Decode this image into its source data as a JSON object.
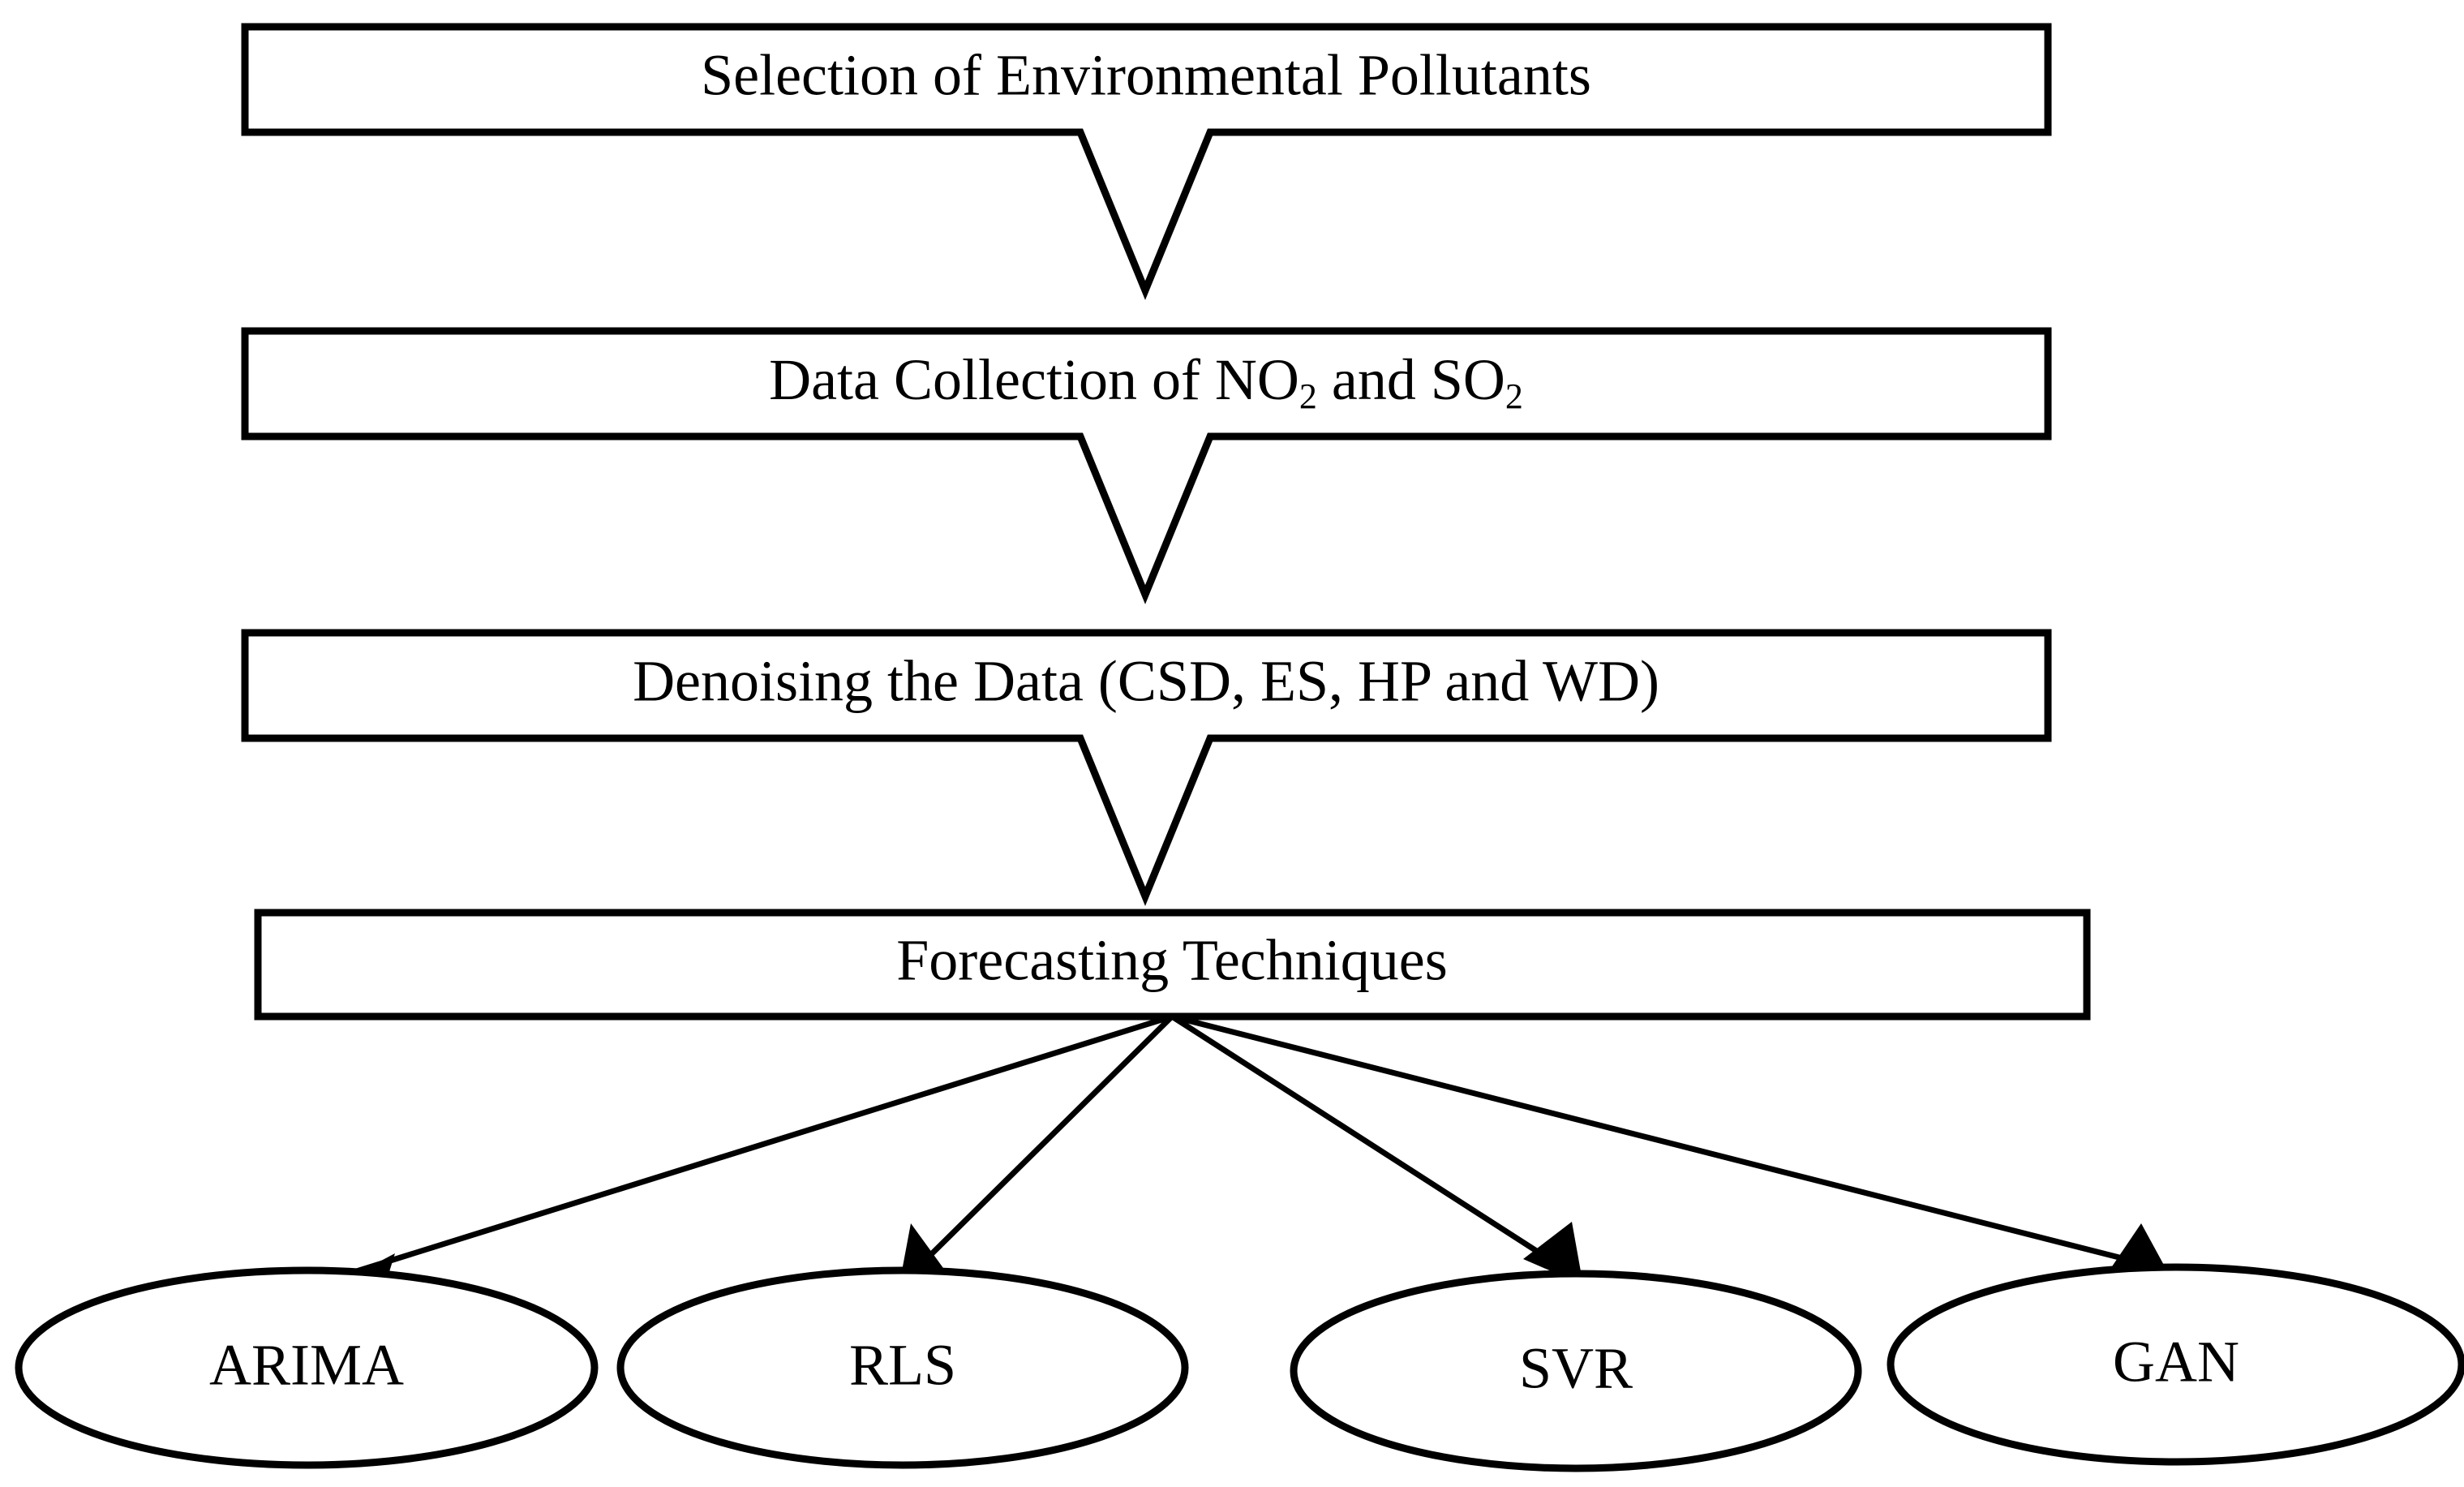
{
  "diagram": {
    "title": "Environmental Pollutant Forecasting Methodology Flowchart",
    "background_color": "#ffffff",
    "stroke_color": "#000000",
    "fill_color": "#ffffff"
  },
  "process_steps": [
    {
      "id": "step-1",
      "label": "Selection of Environmental Pollutants",
      "shape": "rectangle"
    },
    {
      "id": "step-2",
      "label_prefix": "Data Collection of NO",
      "label_sub_1": "2",
      "label_middle": " and SO",
      "label_sub_2": "2",
      "label_plain": "Data Collection of NO2 and SO2",
      "shape": "rectangle"
    },
    {
      "id": "step-3",
      "label": "Denoising the Data (CSD, ES, HP and WD)",
      "shape": "rectangle"
    },
    {
      "id": "step-4",
      "label": "Forecasting Techniques",
      "shape": "rectangle"
    }
  ],
  "techniques": [
    {
      "id": "technique-arima",
      "label": "ARIMA",
      "shape": "ellipse"
    },
    {
      "id": "technique-rls",
      "label": "RLS",
      "shape": "ellipse"
    },
    {
      "id": "technique-svr",
      "label": "SVR",
      "shape": "ellipse"
    },
    {
      "id": "technique-gan",
      "label": "GAN",
      "shape": "ellipse"
    }
  ],
  "connectors": [
    {
      "id": "connector-1-2",
      "from": "step-1",
      "to": "step-2",
      "style": "v-notch-chevron"
    },
    {
      "id": "connector-2-3",
      "from": "step-2",
      "to": "step-3",
      "style": "v-notch-chevron"
    },
    {
      "id": "connector-3-4",
      "from": "step-3",
      "to": "step-4",
      "style": "v-notch-chevron"
    },
    {
      "id": "connector-4-arima",
      "from": "step-4",
      "to": "technique-arima",
      "style": "arrow"
    },
    {
      "id": "connector-4-rls",
      "from": "step-4",
      "to": "technique-rls",
      "style": "arrow"
    },
    {
      "id": "connector-4-svr",
      "from": "step-4",
      "to": "technique-svr",
      "style": "arrow"
    },
    {
      "id": "connector-4-gan",
      "from": "step-4",
      "to": "technique-gan",
      "style": "arrow"
    }
  ]
}
